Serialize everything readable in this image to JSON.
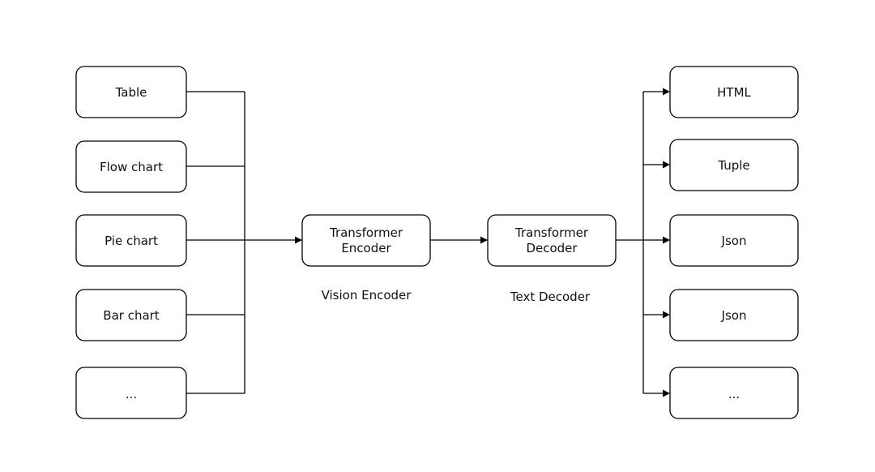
{
  "inputs": [
    "Table",
    "Flow chart",
    "Pie chart",
    "Bar chart",
    "..."
  ],
  "encoder": {
    "line1": "Transformer",
    "line2": "Encoder",
    "caption": "Vision Encoder"
  },
  "decoder": {
    "line1": "Transformer",
    "line2": "Decoder",
    "caption": "Text Decoder"
  },
  "outputs": [
    "HTML",
    "Tuple",
    "Json",
    "Json",
    "..."
  ],
  "colors": {
    "stroke": "#000000",
    "background": "#ffffff"
  }
}
